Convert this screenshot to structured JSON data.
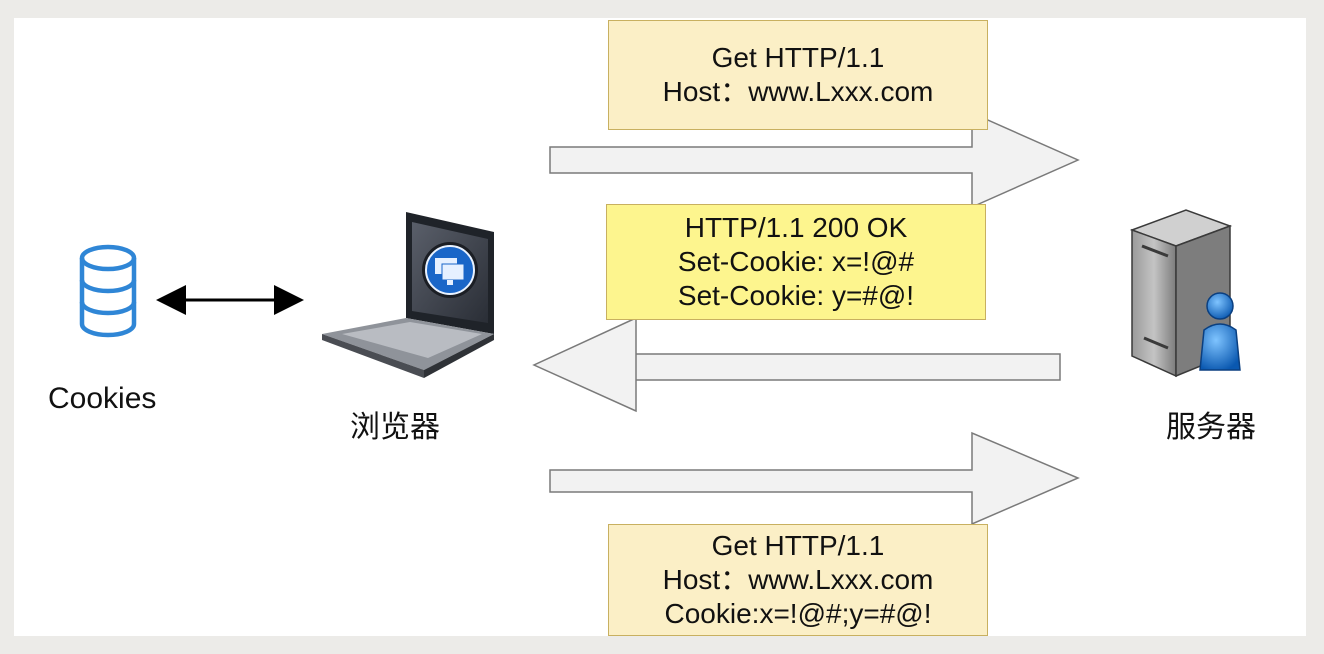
{
  "nodes": {
    "cookies": {
      "label": "Cookies",
      "icon": "database-icon"
    },
    "browser": {
      "label": "浏览器",
      "icon": "laptop-icon"
    },
    "server": {
      "label": "服务器",
      "icon": "server-icon"
    }
  },
  "messages": {
    "request1": {
      "lines": [
        "Get HTTP/1.1",
        "Host：www.Lxxx.com"
      ]
    },
    "response": {
      "lines": [
        "HTTP/1.1 200 OK",
        "Set-Cookie: x=!@#",
        "Set-Cookie: y=#@!"
      ]
    },
    "request2": {
      "lines": [
        "Get HTTP/1.1",
        "Host：www.Lxxx.com",
        "Cookie:x=!@#;y=#@!"
      ]
    }
  },
  "colors": {
    "arrow_fill": "#f2f2f2",
    "arrow_stroke": "#7a7a7a",
    "note_light": "#fbefc6",
    "note_bright": "#fdf58e",
    "database_blue": "#2f86d6"
  }
}
